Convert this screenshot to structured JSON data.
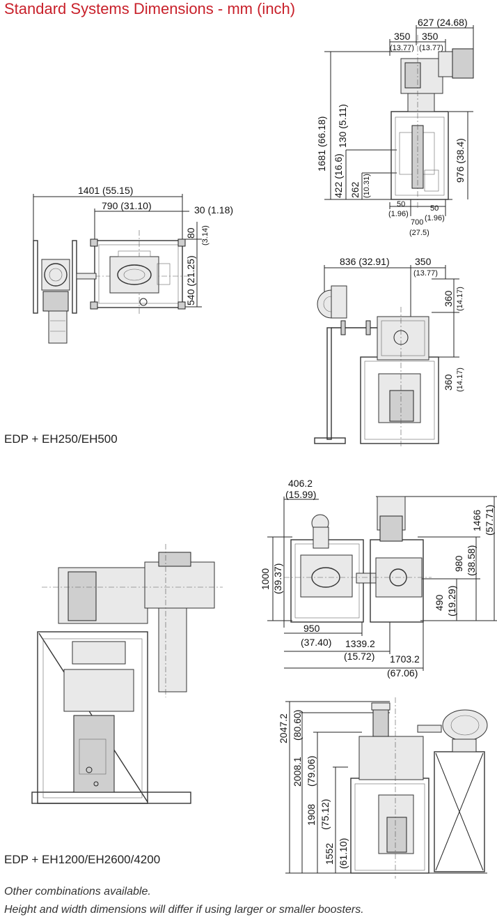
{
  "title": "Standard Systems Dimensions - mm (inch)",
  "captions": {
    "top": "EDP + EH250/EH500",
    "bottom": "EDP + EH1200/EH2600/4200"
  },
  "notes": {
    "line1": "Other combinations available.",
    "line2": "Height and width dimensions will differ if using larger or smaller boosters."
  },
  "accent_color": "#c8202a",
  "dims": {
    "d627": "627 (24.68)",
    "d350a": "350",
    "d350b": "350",
    "d1377a": "(13.77)",
    "d1377b": "(13.77)",
    "d1681": "1681 (66.18)",
    "d130": "130 (5.11)",
    "d976": "976 (38.4)",
    "d422": "422 (16.6)",
    "d262": "262",
    "d1031": "(10.31)",
    "d50a": "50",
    "d196a": "(1.96)",
    "d50b": "50",
    "d196b": "(1.96)",
    "d700": "700",
    "d275": "(27.5)",
    "d1401": "1401 (55.15)",
    "d790": "790 (31.10)",
    "d30": "30 (1.18)",
    "d80": "80",
    "d314": "(3.14)",
    "d540": "540 (21.25)",
    "d836": "836 (32.91)",
    "d350c": "350",
    "d1377c": "(13.77)",
    "d360a": "360",
    "d1417a": "(14.17)",
    "d360b": "360",
    "d1417b": "(14.17)",
    "d4062": "406.2",
    "d1599": "(15.99)",
    "d1466": "1466",
    "d5771": "(57.71)",
    "d1000": "1000",
    "d3937": "(39.37)",
    "d980": "980",
    "d3858": "(38.58)",
    "d490": "490",
    "d1929": "(19.29)",
    "d950": "950",
    "d3740": "(37.40)",
    "d13392": "1339.2",
    "d1572": "(15.72)",
    "d17032": "1703.2",
    "d6706": "(67.06)",
    "d20472": "2047.2",
    "d8060": "(80.60)",
    "d20081": "2008.1",
    "d7906": "(79.06)",
    "d1908": "1908",
    "d7512": "(75.12)",
    "d1552": "1552",
    "d6110": "(61.10)"
  }
}
